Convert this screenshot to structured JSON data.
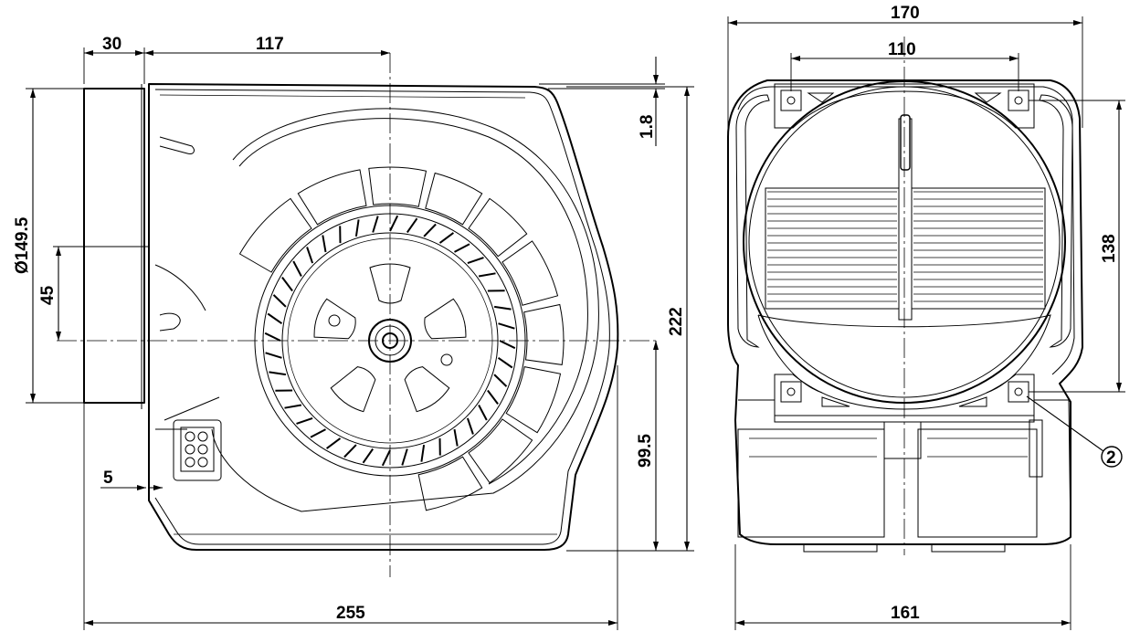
{
  "drawing": {
    "front_view": {
      "dimensions": {
        "overall_width": "255",
        "inlet_length": "30",
        "axis_to_inlet": "117",
        "inlet_diameter": "Ø149.5",
        "inlet_offset": "45",
        "connector_offset": "5",
        "top_step": "1.8",
        "overall_height": "222",
        "axis_height": "99.5"
      }
    },
    "side_view": {
      "dimensions": {
        "overall_width": "170",
        "mount_hole_spacing_x": "110",
        "mount_hole_spacing_y": "138",
        "base_width": "161"
      },
      "callout": "2"
    }
  }
}
